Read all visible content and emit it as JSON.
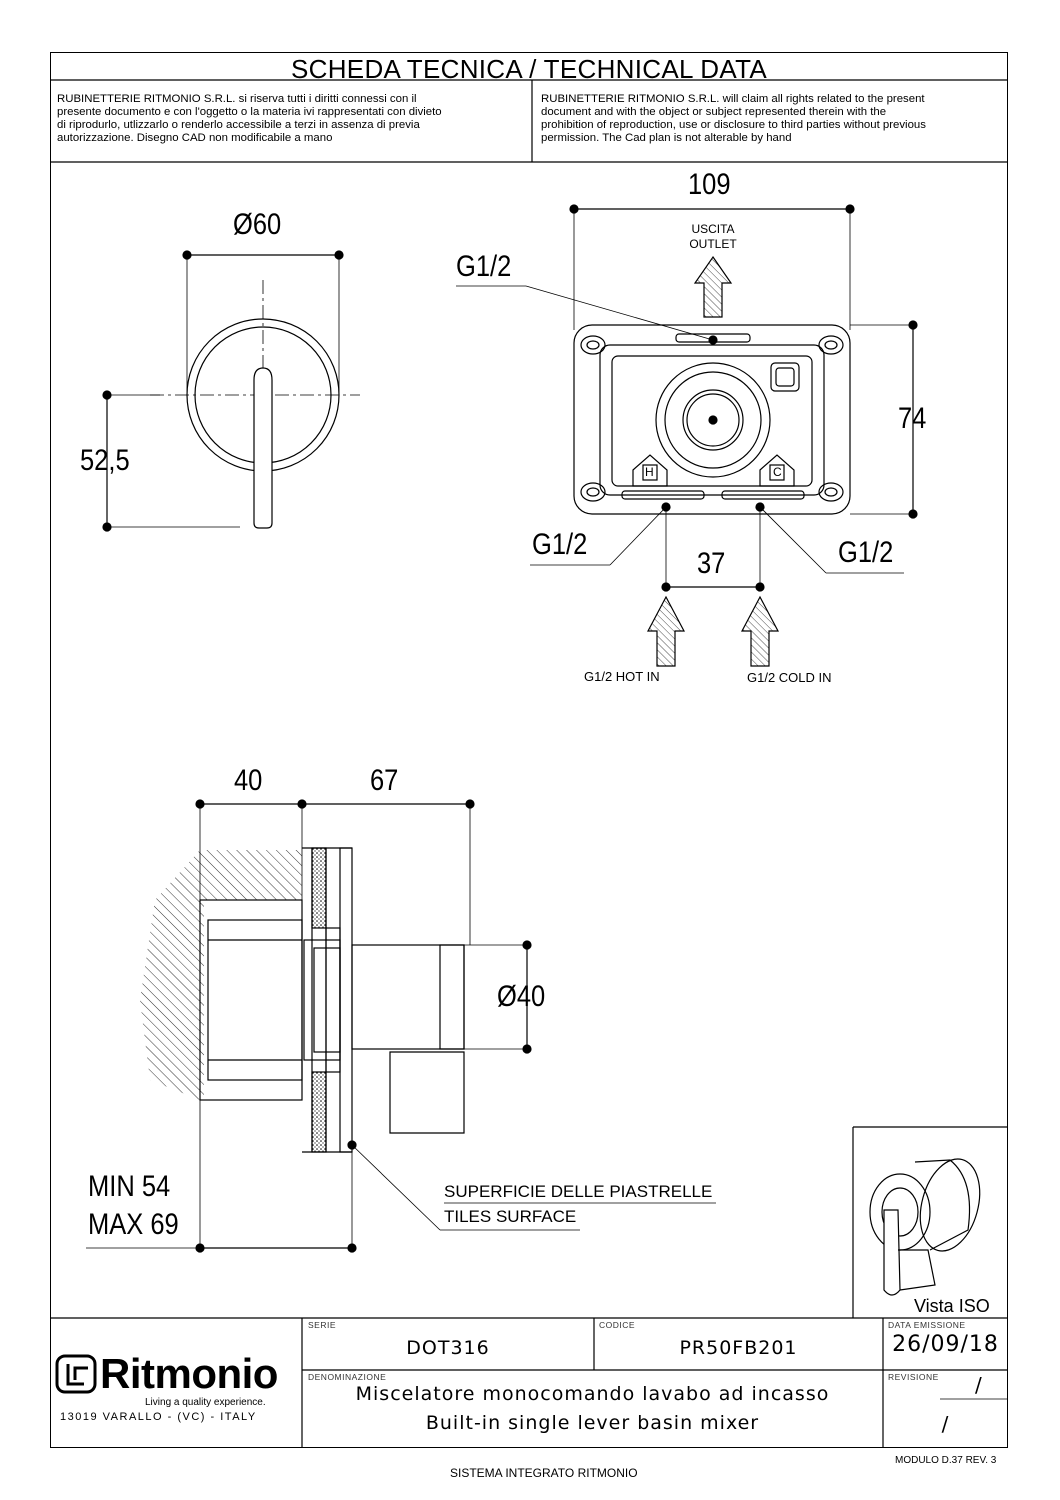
{
  "header": {
    "title": "SCHEDA TECNICA / TECHNICAL DATA",
    "legal_it": [
      "RUBINETTERIE RITMONIO S.R.L. si riserva tutti i diritti connessi con il",
      "presente documento e con l'oggetto o la materia ivi rappresentati con divieto",
      "di riprodurlo, utlizzarlo o renderlo accessibile a terzi in assenza di previa",
      "autorizzazione. Disegno CAD non modificabile a mano"
    ],
    "legal_en": [
      "RUBINETTERIE RITMONIO S.R.L. will claim all rights related to the present",
      "document and with the object or subject represented therein with the",
      "prohibition  of reproduction, use or disclosure to third parties without previous",
      "permission.  The Cad plan is not alterable by hand"
    ]
  },
  "front_view": {
    "diameter": "Ø60",
    "height": "52,5"
  },
  "top_view": {
    "width": "109",
    "height": "74",
    "inlet_spacing": "37",
    "outlet_label_it": "USCITA",
    "outlet_label_en": "OUTLET",
    "outlet_thread": "G1/2",
    "hot_thread": "G1/2",
    "cold_thread": "G1/2",
    "hot_in": "G1/2 HOT IN",
    "cold_in": "G1/2 COLD IN",
    "hot_mark": "H",
    "cold_mark": "C"
  },
  "side_view": {
    "depth_wall": "40",
    "depth_projection": "67",
    "diameter": "Ø40",
    "min": "MIN 54",
    "max": "MAX 69",
    "tiles_it": "SUPERFICIE DELLE PIASTRELLE",
    "tiles_en": "TILES SURFACE"
  },
  "iso_view": {
    "label": "Vista ISO"
  },
  "title_block": {
    "brand": "Ritmonio",
    "tagline": "Living a quality experience.",
    "address": "13019 VARALLO - (VC) - ITALY",
    "serie_label": "SERIE",
    "serie": "DOT316",
    "codice_label": "CODICE",
    "codice": "PR50FB201",
    "data_label": "DATA EMISSIONE",
    "data": "26/09/18",
    "denominazione_label": "DENOMINAZIONE",
    "description_it": "Miscelatore monocomando lavabo ad incasso",
    "description_en": "Built-in single lever basin mixer",
    "revisione_label": "REVISIONE",
    "revisione_a": "/",
    "revisione_b": "/"
  },
  "footer": {
    "module": "MODULO D.37 REV. 3",
    "system": "SISTEMA INTEGRATO RITMONIO"
  }
}
